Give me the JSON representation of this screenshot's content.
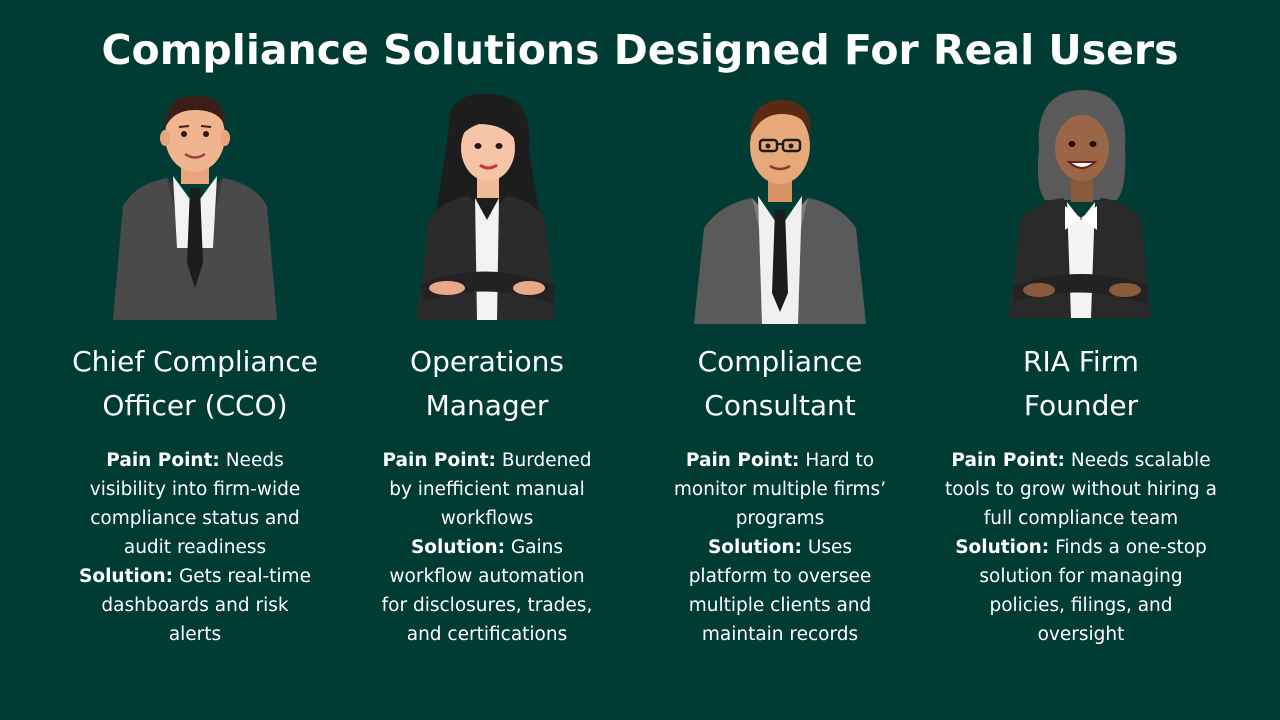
{
  "title": "Compliance Solutions Designed For Real Users",
  "colors": {
    "background": "#003c33",
    "text": "#ffffff"
  },
  "personas": [
    {
      "avatar_icon": "man-in-suit-icon",
      "role_lines": [
        "Chief Compliance",
        "Officer (CCO)"
      ],
      "pain_label": "Pain Point:",
      "pain_text": "Needs visibility into firm-wide compliance status and audit readiness",
      "solution_label": "Solution:",
      "solution_text": "Gets real-time dashboards and risk alerts"
    },
    {
      "avatar_icon": "woman-arms-crossed-icon",
      "role_lines": [
        "Operations",
        "Manager"
      ],
      "pain_label": "Pain Point:",
      "pain_text": "Burdened by inefficient manual workflows",
      "solution_label": "Solution:",
      "solution_text": "Gains workflow automation for disclosures, trades, and certifications"
    },
    {
      "avatar_icon": "man-with-glasses-icon",
      "role_lines": [
        "Compliance",
        "Consultant"
      ],
      "pain_label": "Pain Point:",
      "pain_text": "Hard to monitor multiple firms’ programs",
      "solution_label": "Solution:",
      "solution_text": "Uses platform to oversee multiple clients and maintain records"
    },
    {
      "avatar_icon": "woman-with-bow-icon",
      "role_lines": [
        "RIA Firm",
        "Founder"
      ],
      "pain_label": "Pain Point:",
      "pain_text": "Needs scalable tools to grow without hiring a full compliance team",
      "solution_label": "Solution:",
      "solution_text": "Finds a one-stop solution for managing policies, filings, and oversight"
    }
  ]
}
